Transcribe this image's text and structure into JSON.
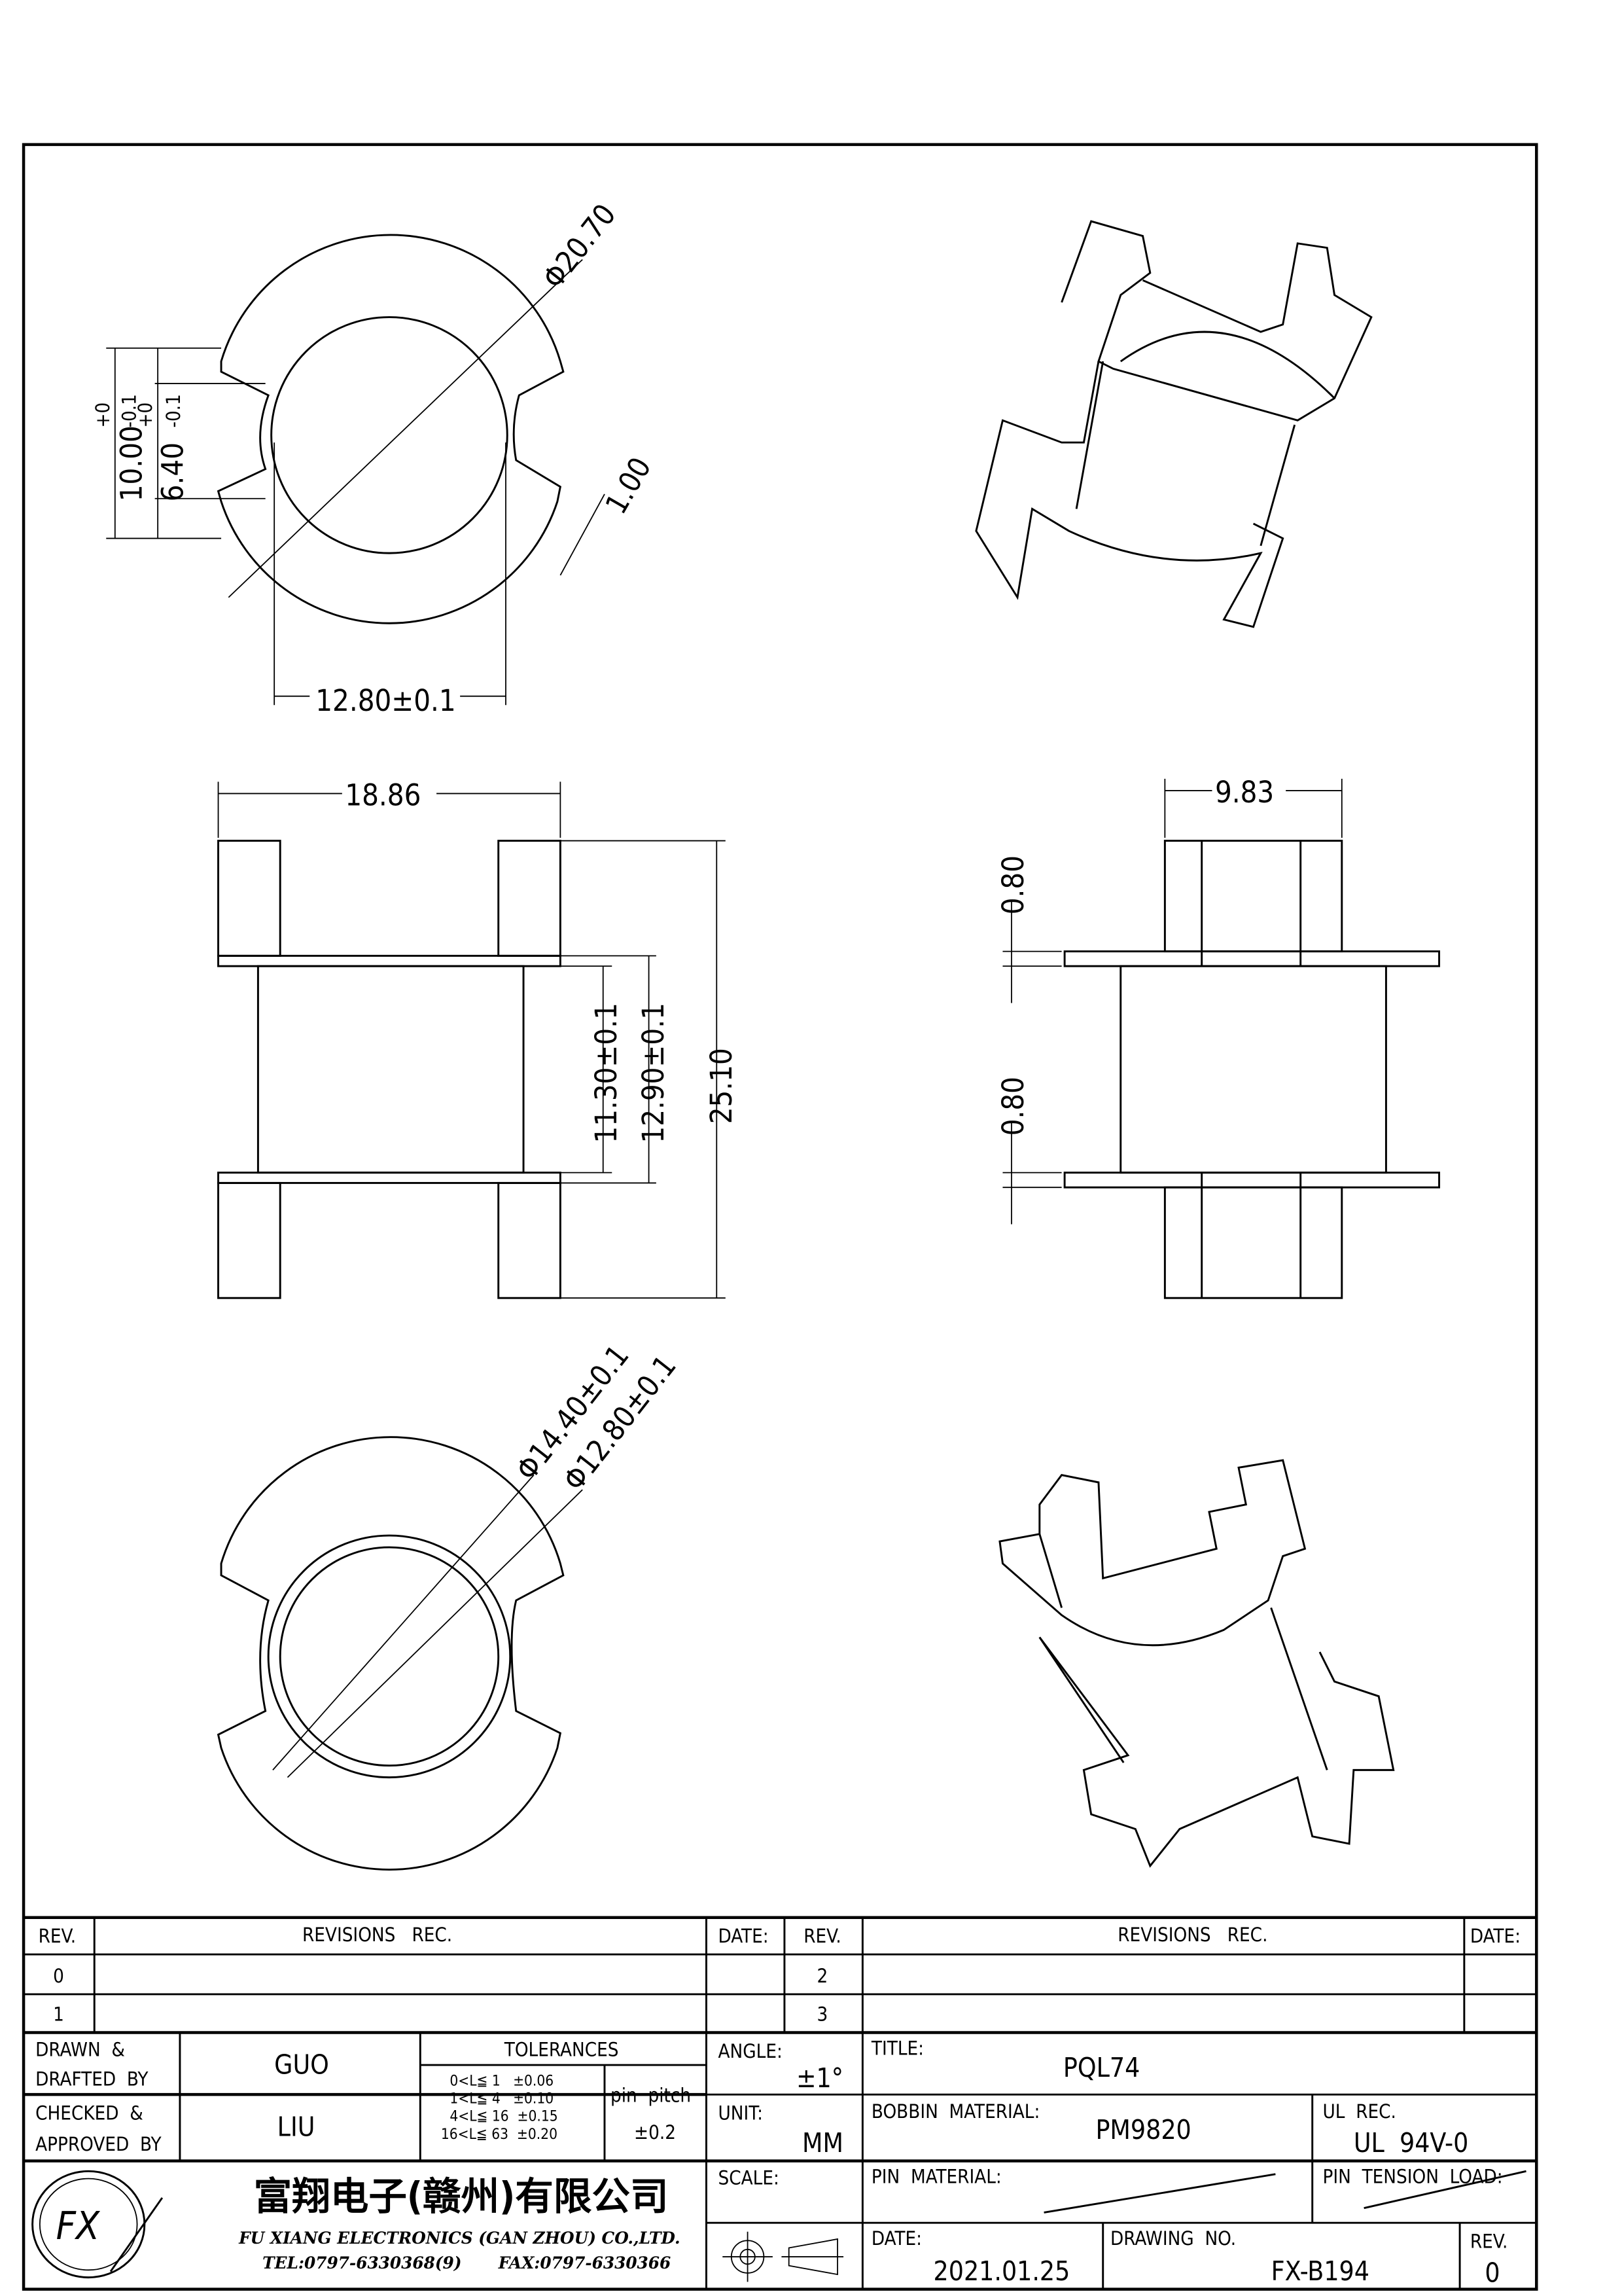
{
  "dimensions": {
    "top_view": {
      "outer_diameter": "Φ20.70",
      "slot_outer": "10.00",
      "slot_outer_tol_plus": "+0",
      "slot_outer_tol_minus": "-0.1",
      "slot_inner": "6.40",
      "slot_inner_tol_plus": "+0",
      "slot_inner_tol_minus": "-0.1",
      "wall": "1.00",
      "inner_width": "12.80±0.1"
    },
    "front_view": {
      "width": "18.86",
      "core_height": "11.30±0.1",
      "flange_inner": "12.90±0.1",
      "height": "25.10"
    },
    "side_view": {
      "width": "9.83",
      "flange_top": "0.80",
      "flange_bottom": "0.80"
    },
    "bottom_view": {
      "d1": "Φ14.40±0.1",
      "d2": "Φ12.80±0.1"
    }
  },
  "title_block": {
    "rev_header": "REV.",
    "revisions_header": "REVISIONS   REC.",
    "date_header": "DATE:",
    "revs": [
      "0",
      "1",
      "2",
      "3"
    ],
    "drawn_label_1": "DRAWN  &",
    "drawn_label_2": "DRAFTED  BY",
    "drawn_by": "GUO",
    "checked_label_1": "CHECKED  &",
    "checked_label_2": "APPROVED  BY",
    "checked_by": "LIU",
    "tolerances_label": "TOLERANCES",
    "tolerances": [
      "0<L≦ 1   ±0.06",
      "1<L≦ 4   ±0.10",
      "4<L≦ 16  ±0.15",
      "16<L≦ 63  ±0.20"
    ],
    "pin_pitch_label": "pin  pitch",
    "pin_pitch_value": "±0.2",
    "angle_label": "ANGLE:",
    "angle_value": "±1°",
    "unit_label": "UNIT:",
    "unit_value": "MM",
    "scale_label": "SCALE:",
    "title_label": "TITLE:",
    "title_value": "PQL74",
    "bobbin_material_label": "BOBBIN  MATERIAL:",
    "bobbin_material_value": "PM9820",
    "ul_label": "UL  REC.",
    "ul_value": "UL  94V-0",
    "pin_material_label": "PIN  MATERIAL:",
    "pin_tension_label": "PIN  TENSION  LOAD:",
    "date_label": "DATE:",
    "date_value": "2021.01.25",
    "drawing_no_label": "DRAWING  NO.",
    "drawing_no_value": "FX-B194",
    "rev_label": "REV.",
    "rev_value": "0",
    "company_cn": "富翔电子(赣州)有限公司",
    "company_en": "FU XIANG ELECTRONICS (GAN ZHOU) CO.,LTD.",
    "tel": "TEL:0797-6330368(9)",
    "fax": "FAX:0797-6330366",
    "logo_text": "FX"
  }
}
